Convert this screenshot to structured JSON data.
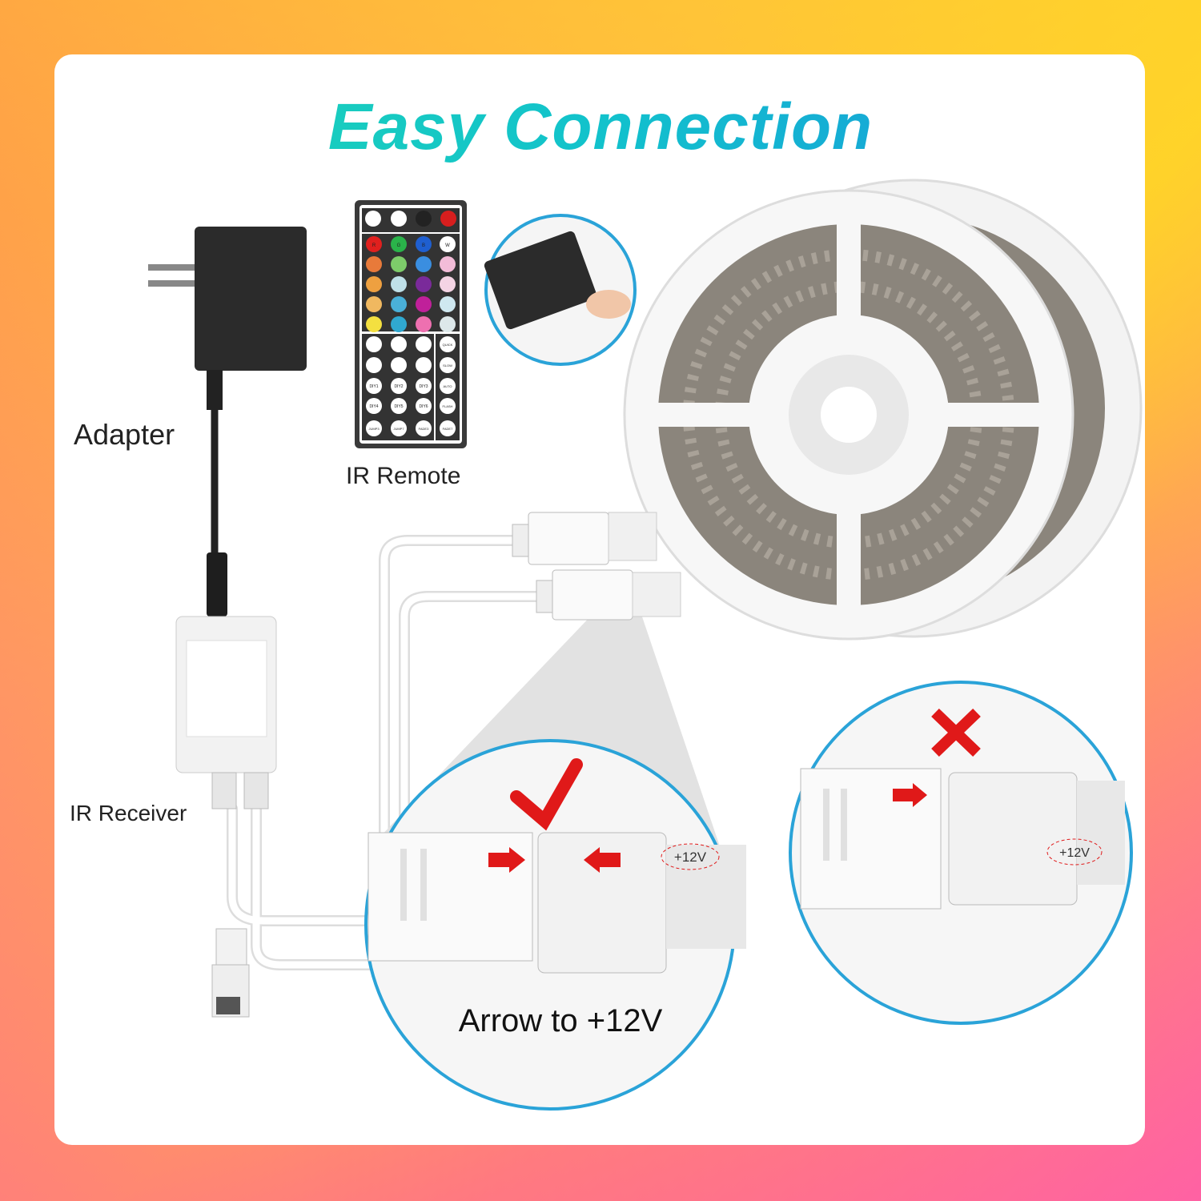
{
  "title": "Easy Connection",
  "labels": {
    "adapter": "Adapter",
    "ir_remote": "IR Remote",
    "ir_receiver": "IR Receiver",
    "arrow_note": "Arrow to +12V",
    "plus12v_correct": "+12V",
    "plus12v_wrong": "+12V"
  },
  "remote": {
    "color_buttons": [
      "R",
      "G",
      "B",
      "W"
    ],
    "mode_buttons": [
      "QUICK",
      "SLOW",
      "AUTO",
      "FLASH"
    ],
    "diy_buttons": [
      "DIY1",
      "DIY2",
      "DIY3",
      "DIY4",
      "DIY5",
      "DIY6"
    ],
    "bottom_buttons": [
      "JUMP3",
      "JUMP7",
      "FADE3",
      "FADE7"
    ]
  },
  "colors": {
    "accent_border": "#2aa3d8",
    "correct_mark": "#e01919",
    "wrong_mark": "#e01919",
    "title_gradient": [
      "#1fd8b0",
      "#1a8fe0"
    ]
  }
}
